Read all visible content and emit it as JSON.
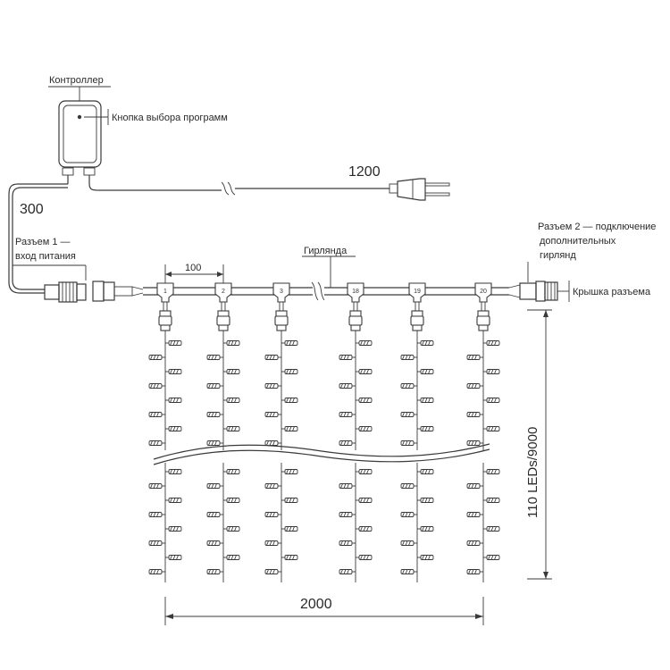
{
  "labels": {
    "controller": "Контроллер",
    "button": "Кнопка выбора программ",
    "cable_short": "300",
    "cable_long": "1200",
    "connector1_line1": "Разъем 1 —",
    "connector1_line2": "вход питания",
    "garland": "Гирлянда",
    "connector2_line1": "Разъем 2 — подключение",
    "connector2_line2": "дополнительных",
    "connector2_line3": "гирлянд",
    "cap": "Крышка разъема",
    "spacing": "100",
    "height": "110 LEDs/9000",
    "width": "2000"
  },
  "strands": [
    {
      "num": "1"
    },
    {
      "num": "2"
    },
    {
      "num": "3"
    },
    {
      "num": "18"
    },
    {
      "num": "19"
    },
    {
      "num": "20"
    }
  ]
}
